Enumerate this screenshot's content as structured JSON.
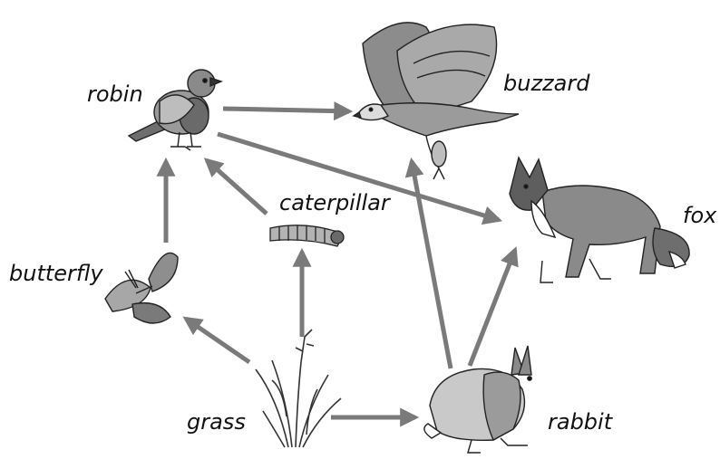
{
  "organisms": {
    "robin": "robin",
    "buzzard": "buzzard",
    "fox": "fox",
    "caterpillar": "caterpillar",
    "butterfly": "butterfly",
    "grass": "grass",
    "rabbit": "rabbit"
  },
  "links": [
    {
      "from": "grass",
      "to": "butterfly"
    },
    {
      "from": "grass",
      "to": "caterpillar"
    },
    {
      "from": "grass",
      "to": "rabbit"
    },
    {
      "from": "butterfly",
      "to": "robin"
    },
    {
      "from": "caterpillar",
      "to": "robin"
    },
    {
      "from": "robin",
      "to": "buzzard"
    },
    {
      "from": "robin",
      "to": "fox"
    },
    {
      "from": "rabbit",
      "to": "buzzard"
    },
    {
      "from": "rabbit",
      "to": "fox"
    }
  ],
  "colors": {
    "arrow": "#7a7a7a",
    "text": "#111111",
    "animal_dark": "#5a5a5a",
    "animal_mid": "#8c8c8c",
    "animal_light": "#c4c4c4"
  }
}
